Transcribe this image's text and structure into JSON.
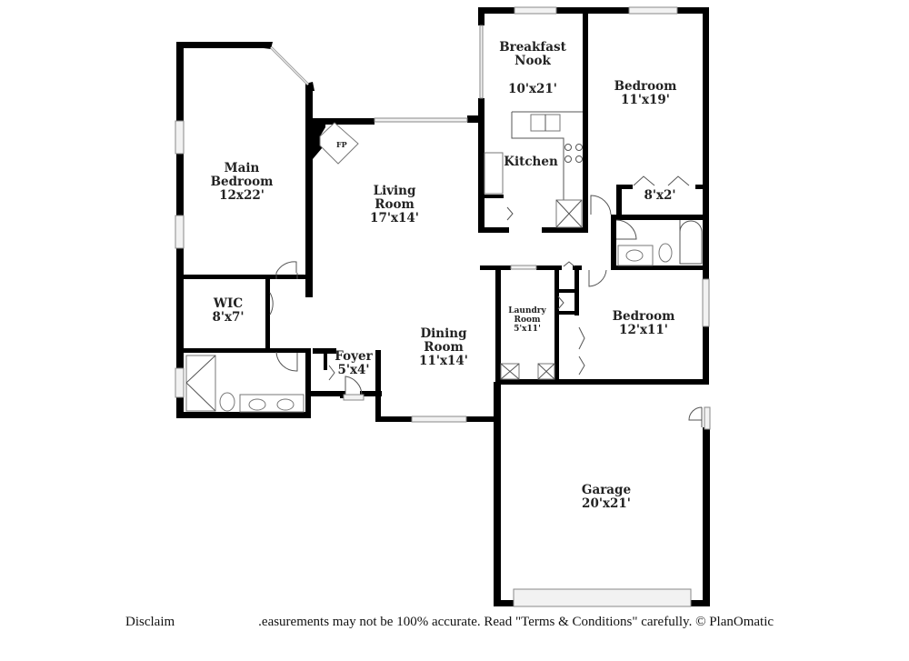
{
  "floorplan": {
    "rooms": [
      {
        "id": "main-bedroom",
        "name": "Main\nBedroom",
        "name_lines": [
          "Main",
          "Bedroom"
        ],
        "size": "12x22'"
      },
      {
        "id": "living-room",
        "name_lines": [
          "Living",
          "Room"
        ],
        "size": "17'x14'"
      },
      {
        "id": "breakfast-nook",
        "name_lines": [
          "Breakfast",
          "Nook"
        ],
        "size": "10'x21'"
      },
      {
        "id": "kitchen",
        "name_lines": [
          "Kitchen"
        ],
        "size": ""
      },
      {
        "id": "bedroom-1",
        "name_lines": [
          "Bedroom"
        ],
        "size": "11'x19'"
      },
      {
        "id": "closet-1",
        "name_lines": [],
        "size": "8'x2'"
      },
      {
        "id": "wic",
        "name_lines": [
          "WIC"
        ],
        "size": "8'x7'"
      },
      {
        "id": "foyer",
        "name_lines": [
          "Foyer"
        ],
        "size": "5'x4'"
      },
      {
        "id": "dining-room",
        "name_lines": [
          "Dining",
          "Room"
        ],
        "size": "11'x14'"
      },
      {
        "id": "laundry-room",
        "name_lines": [
          "Laundry",
          "Room"
        ],
        "size": "5'x11'"
      },
      {
        "id": "bedroom-2",
        "name_lines": [
          "Bedroom"
        ],
        "size": "12'x11'"
      },
      {
        "id": "garage",
        "name_lines": [
          "Garage"
        ],
        "size": "20'x21'"
      }
    ],
    "fixtures": {
      "fireplace_label": "FP"
    }
  },
  "footer": {
    "disclaimer_left": "Disclaim",
    "disclaimer_right": ".easurements may not be 100% accurate. Read \"Terms & Conditions\" carefully. © PlanOmatic"
  },
  "colors": {
    "wall": "#000000",
    "background": "#ffffff",
    "window": "#f2f2f2",
    "text": "#222222"
  }
}
